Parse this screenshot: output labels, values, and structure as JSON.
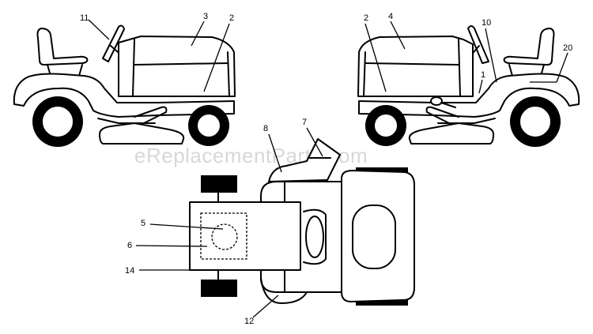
{
  "watermark": "eReplacementParts.com",
  "callouts": {
    "c11": "11",
    "c3": "3",
    "c2_left": "2",
    "c2_right": "2",
    "c4": "4",
    "c10": "10",
    "c20": "20",
    "c1": "1",
    "c8": "8",
    "c7": "7",
    "c5": "5",
    "c6": "6",
    "c14": "14",
    "c12": "12"
  }
}
